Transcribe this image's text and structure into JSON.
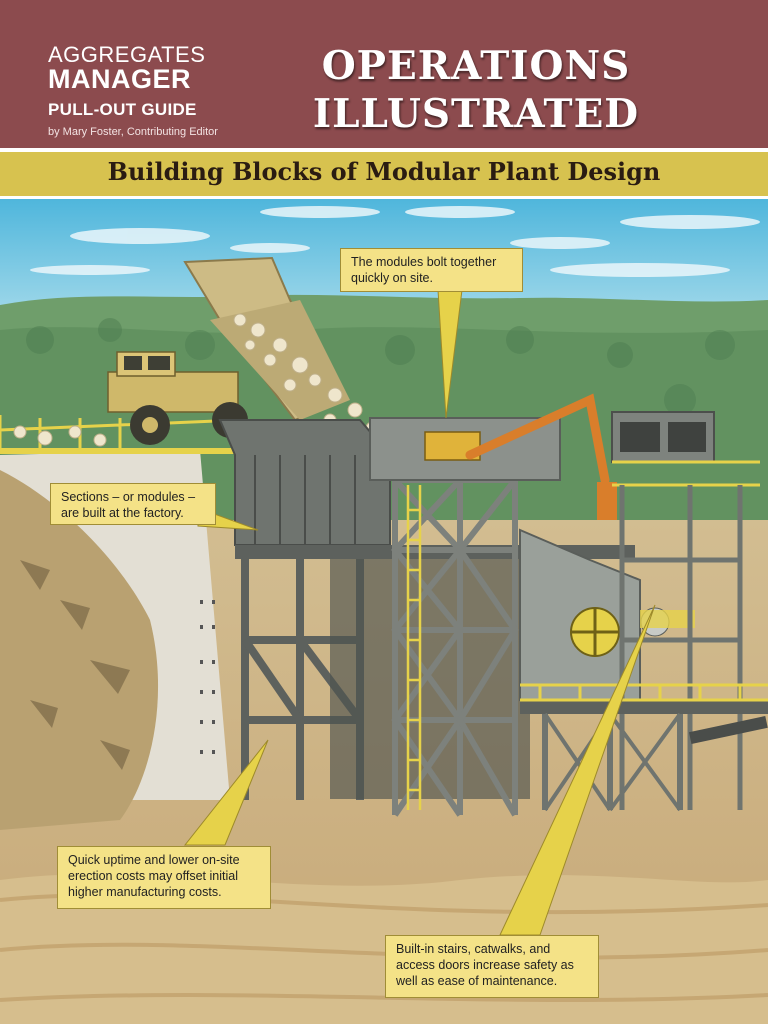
{
  "header": {
    "brand_line1": "AGGREGATES",
    "brand_line2": "MANAGER",
    "guide_label": "PULL-OUT GUIDE",
    "byline": "by Mary Foster, Contributing Editor",
    "title_line1": "OPERATIONS",
    "title_line2": "ILLUSTRATED"
  },
  "subtitle": "Building Blocks of Modular Plant Design",
  "callouts": {
    "modules_bolt": "The modules bolt together quickly on site.",
    "sections_built": "Sections – or modules – are built at the factory.",
    "quick_uptime": "Quick uptime and lower on-site erection costs may offset initial higher manufacturing costs.",
    "built_in_stairs": "Built-in stairs, catwalks, and access doors increase safety as well as ease of maintenance."
  },
  "colors": {
    "header_bg": "#8c4b4e",
    "subtitle_bar": "#d7c24f",
    "callout_bg": "#f4e287",
    "steel": "#6f746f",
    "accent_yellow": "#e6d24a"
  }
}
